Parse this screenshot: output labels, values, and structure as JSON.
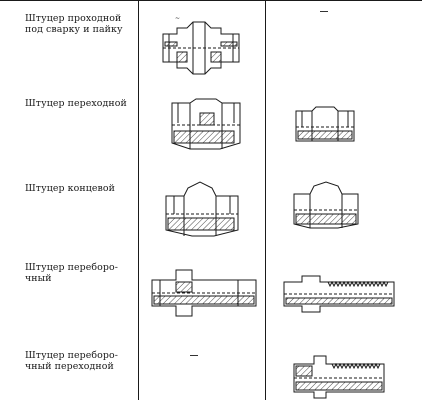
{
  "table": {
    "rows": [
      {
        "name": "Штуцер проходной\nпод сварку и пайку",
        "col1": "drawing",
        "col2": "—"
      },
      {
        "name": "Штуцер переходной",
        "col1": "drawing",
        "col2": "drawing"
      },
      {
        "name": "Штуцер концевой",
        "col1": "drawing",
        "col2": "drawing"
      },
      {
        "name": "Штуцер переборочный",
        "col1": "drawing",
        "col2": "drawing"
      },
      {
        "name": "Штуцер переборочный переходной",
        "col1": "—",
        "col2": "drawing"
      }
    ]
  },
  "labels": {
    "r1": "Штуцер проходной\nпод сварку и пайку",
    "r2": "Штуцер переходной",
    "r3": "Штуцер концевой",
    "r4": "Штуцер переборо-\nчный",
    "r5": "Штуцер переборо-\nчный переходной"
  }
}
